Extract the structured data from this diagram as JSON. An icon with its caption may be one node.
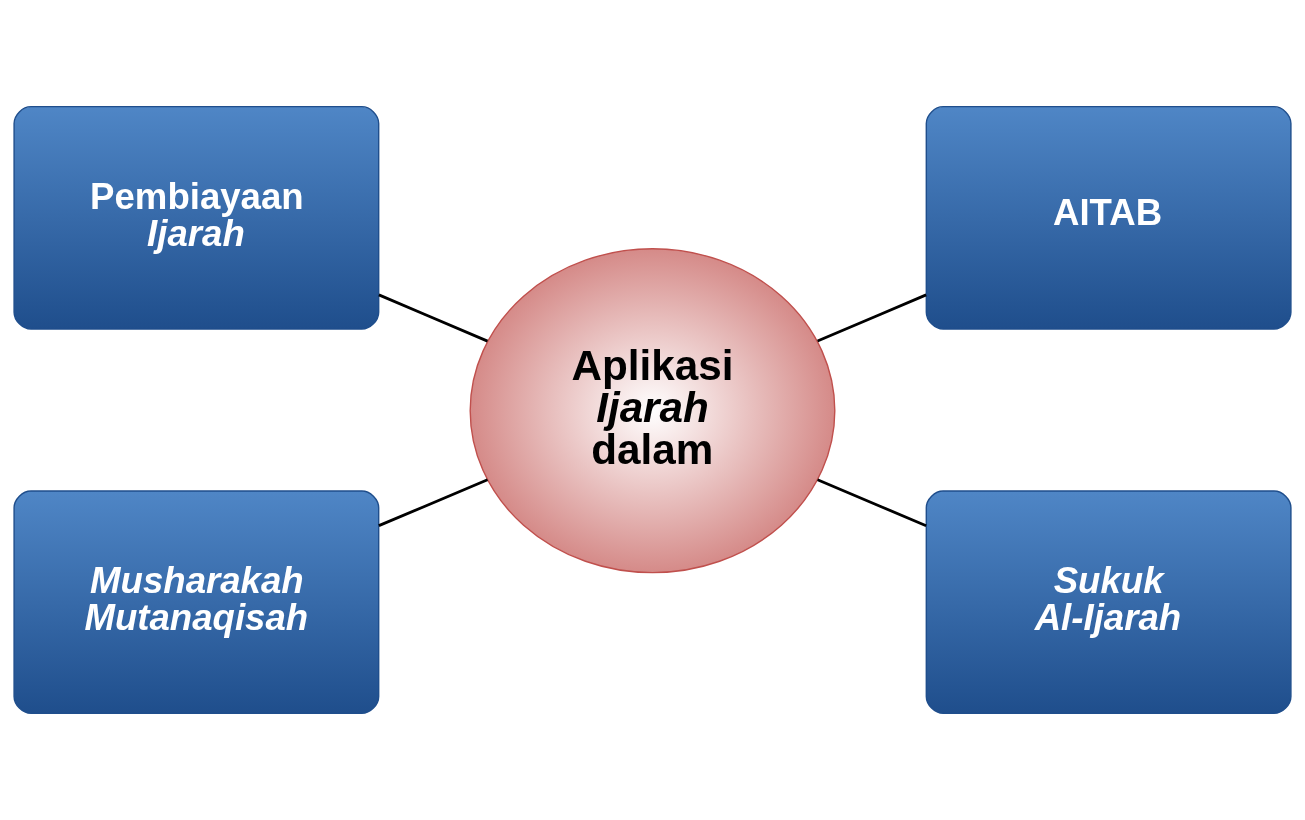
{
  "diagram": {
    "nodes": [
      {
        "text": [
          "Pembiayaan *Ijarah*"
        ]
      },
      {
        "text": [
          "AITAB"
        ]
      },
      {
        "text": [
          "Aplikasi *Ijarah* dalam"
        ]
      },
      {
        "text": [
          "Musharakah Mutanaqisah"
        ]
      },
      {
        "text": [
          "Sukuk Al-Ijarah"
        ]
      }
    ],
    "edges": [
      {
        "from": 0,
        "to": 2,
        "arrow": "none"
      },
      {
        "from": 2,
        "to": 1,
        "arrow": "none"
      },
      {
        "from": 3,
        "to": 2,
        "arrow": "none"
      },
      {
        "from": 2,
        "to": 4,
        "arrow": "none"
      }
    ]
  }
}
